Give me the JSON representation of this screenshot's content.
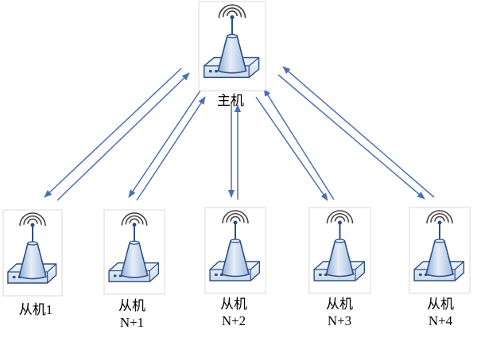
{
  "colors": {
    "arrow": "#4a6fb5",
    "device_body": "#b8cfe8",
    "device_body_highlight": "#e2ecf7",
    "device_outline": "#2c4f82",
    "antenna_wave": "#444444",
    "box_border": "#d8d8d8"
  },
  "master": {
    "icon": "wireless-access-point-icon",
    "name": "主机"
  },
  "slaves": [
    {
      "icon": "wireless-access-point-icon",
      "name": "从机",
      "num": "1"
    },
    {
      "icon": "wireless-access-point-icon",
      "name": "从机",
      "num": "N+1"
    },
    {
      "icon": "wireless-access-point-icon",
      "name": "从机",
      "num": "N+2"
    },
    {
      "icon": "wireless-access-point-icon",
      "name": "从机",
      "num": "N+3"
    },
    {
      "icon": "wireless-access-point-icon",
      "name": "从机",
      "num": "N+4"
    }
  ]
}
